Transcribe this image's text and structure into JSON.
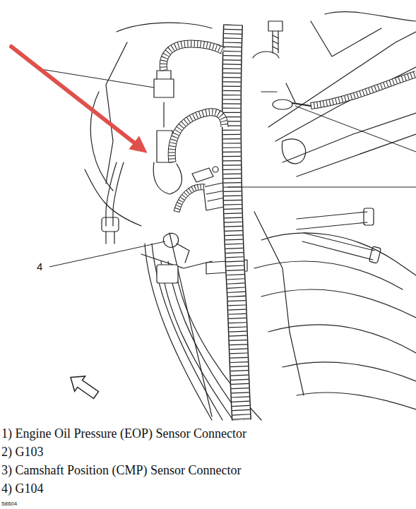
{
  "diagram": {
    "labels": [
      "4",
      "1) Engine Oil Pressure (EOP) Sensor Connector",
      "2) G103",
      "3) Camshaft Position (CMP) Sensor Connector",
      "4) G104",
      "58604"
    ]
  }
}
